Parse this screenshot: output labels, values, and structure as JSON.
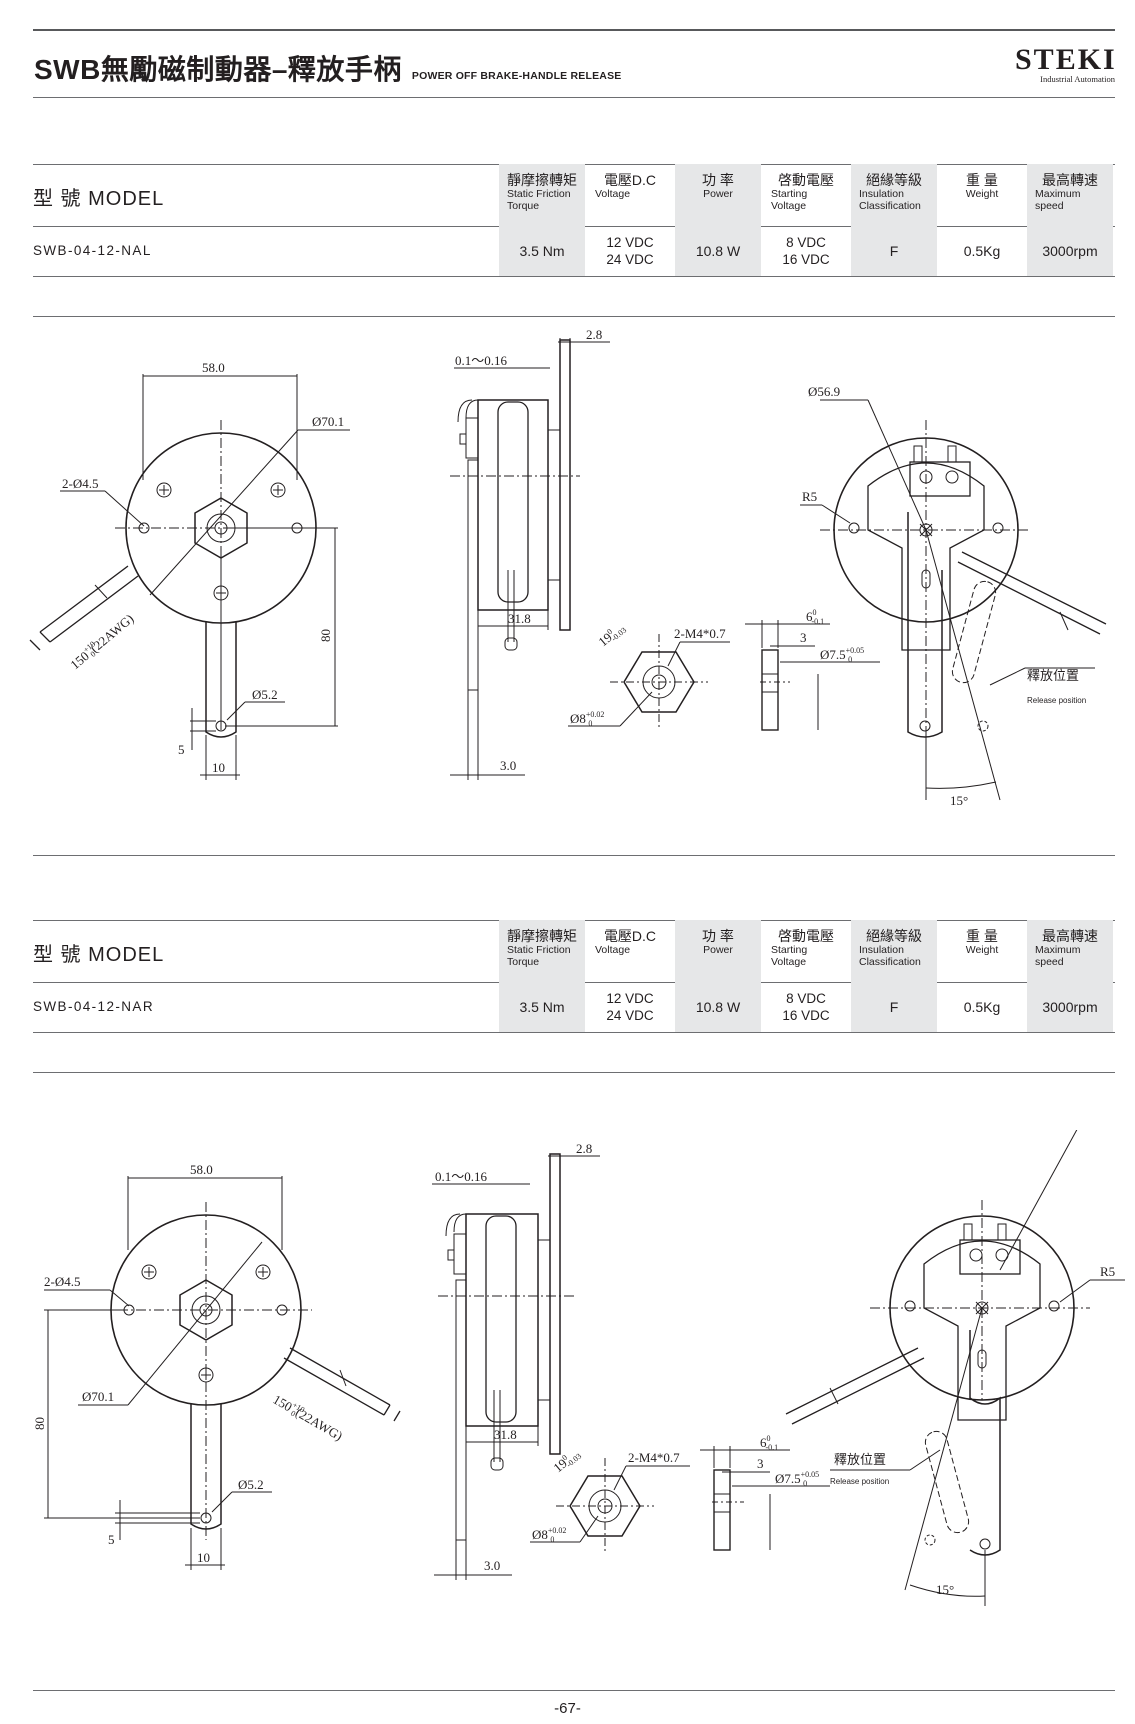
{
  "header": {
    "title": "SWB無勵磁制動器–釋放手柄",
    "subtitle": "POWER OFF BRAKE-HANDLE RELEASE",
    "brand": "STEKI",
    "brand_tagline": "Industrial Automation"
  },
  "columns": [
    {
      "zh": "靜摩擦轉矩",
      "en": [
        "Static Friction",
        "Torque"
      ]
    },
    {
      "zh": "電壓D.C",
      "en": [
        "Voltage"
      ]
    },
    {
      "zh": "功 率",
      "en": [
        "Power"
      ]
    },
    {
      "zh": "啓動電壓",
      "en": [
        "Starting",
        "Voltage"
      ]
    },
    {
      "zh": "絕緣等級",
      "en": [
        "Insulation",
        "Classification"
      ]
    },
    {
      "zh": "重 量",
      "en": [
        "Weight"
      ]
    },
    {
      "zh": "最高轉速",
      "en": [
        "Maximum",
        "speed"
      ]
    }
  ],
  "model_header": "型 號 MODEL",
  "tables": [
    {
      "model": "SWB-04-12-NAL",
      "values": [
        "3.5 Nm",
        [
          "12 VDC",
          "24 VDC"
        ],
        "10.8 W",
        [
          "8  VDC",
          "16 VDC"
        ],
        "F",
        "0.5Kg",
        "3000rpm"
      ]
    },
    {
      "model": "SWB-04-12-NAR",
      "values": [
        "3.5 Nm",
        [
          "12 VDC",
          "24 VDC"
        ],
        "10.8 W",
        [
          "8  VDC",
          "16 VDC"
        ],
        "F",
        "0.5Kg",
        "3000rpm"
      ]
    }
  ],
  "dims": {
    "width": "58.0",
    "hole": "2-Ø4.5",
    "outer_dia": "Ø70.1",
    "wire": "150",
    "wire_tol": "+10",
    "wire_tol_low": "0",
    "wire_spec": "(22AWG)",
    "height": "80",
    "pin_dia": "Ø5.2",
    "five": "5",
    "ten": "10",
    "gap": "0.1～0.16",
    "plate": "2.8",
    "depth": "31.8",
    "thick": "3.0",
    "hex": "19",
    "hex_tol_hi": "0",
    "hex_tol_lo": "-0.03",
    "thread": "2-M4*0.7",
    "bore": "Ø8",
    "bore_tol_hi": "+0.02",
    "bore_tol_lo": "0",
    "six": "6",
    "six_tol_hi": "0",
    "six_tol_lo": "-0.1",
    "three": "3",
    "shaft": "Ø7.5",
    "shaft_tol_hi": "+0.05",
    "shaft_tol_lo": "0",
    "back_dia": "Ø56.9",
    "radius": "R5",
    "release_zh": "釋放位置",
    "release_en": "Release position",
    "angle": "15°"
  },
  "page_number": "-67-"
}
